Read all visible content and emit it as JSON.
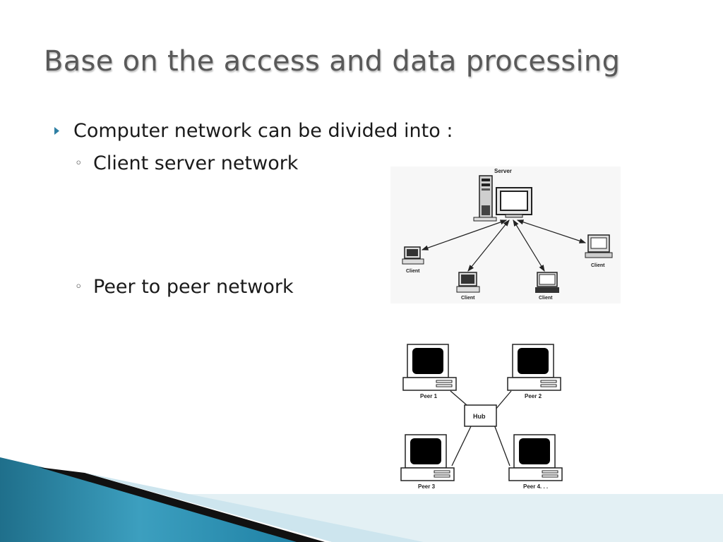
{
  "slide": {
    "title": "Base on the access and data processing",
    "bullet": "Computer network can be divided into :",
    "bullet_icon": "triangle-right-icon",
    "sub_items": [
      {
        "label": "Client server network"
      },
      {
        "label": "Peer to peer network"
      }
    ],
    "sub_icon": "hollow-circle-icon"
  },
  "client_server_diagram": {
    "server_label": "Server",
    "client_label": "Client"
  },
  "peer_diagram": {
    "hub_label": "Hub",
    "peers": [
      "Peer 1",
      "Peer 2",
      "Peer 3",
      "Peer 4. . ."
    ]
  },
  "colors": {
    "title": "#595959",
    "accent_dark": "#1f6f8b",
    "accent_light": "#5ec3dc",
    "band_light": "#d3e9f0"
  }
}
